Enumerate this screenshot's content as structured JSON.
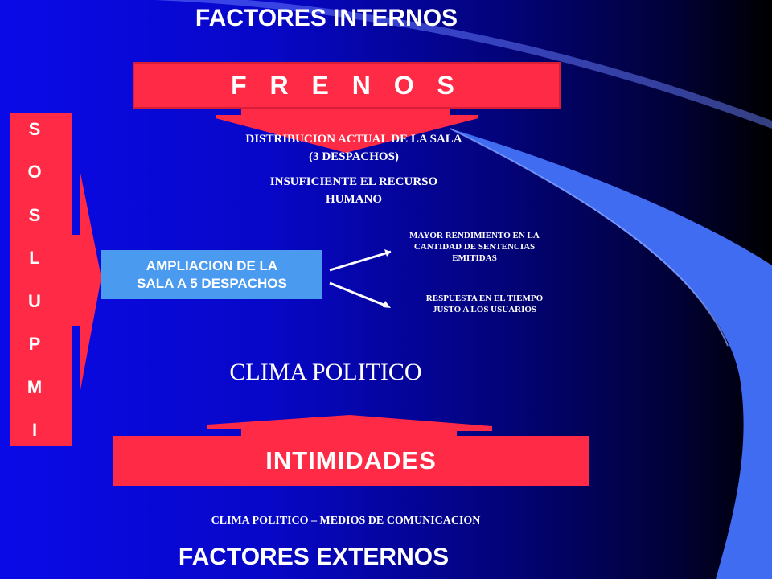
{
  "titles": {
    "top": "FACTORES INTERNOS",
    "bottom": "FACTORES EXTERNOS"
  },
  "frenos": {
    "label": "F R E N O S",
    "items": [
      "DISTRIBUCION ACTUAL  DE LA SALA (3 DESPACHOS)",
      "INSUFICIENTE EL RECURSO HUMANO"
    ]
  },
  "impulsos": {
    "letters": [
      "S",
      "O",
      "S",
      "L",
      "U",
      "P",
      "M",
      "I"
    ]
  },
  "ampliacion": {
    "label_line1": "AMPLIACION DE LA",
    "label_line2": "SALA A 5 DESPACHOS"
  },
  "outcomes": [
    "MAYOR RENDIMIENTO EN LA CANTIDAD DE SENTENCIAS EMITIDAS",
    "RESPUESTA  EN EL TIEMPO JUSTO A LOS USUARIOS"
  ],
  "clima": {
    "label": "CLIMA POLITICO"
  },
  "intimidades": {
    "label": "INTIMIDADES",
    "caption": "CLIMA POLITICO – MEDIOS DE COMUNICACION"
  },
  "colors": {
    "red": "#ff2a45",
    "light_blue": "#4a9af0",
    "swoosh": "#3f6cf0"
  }
}
